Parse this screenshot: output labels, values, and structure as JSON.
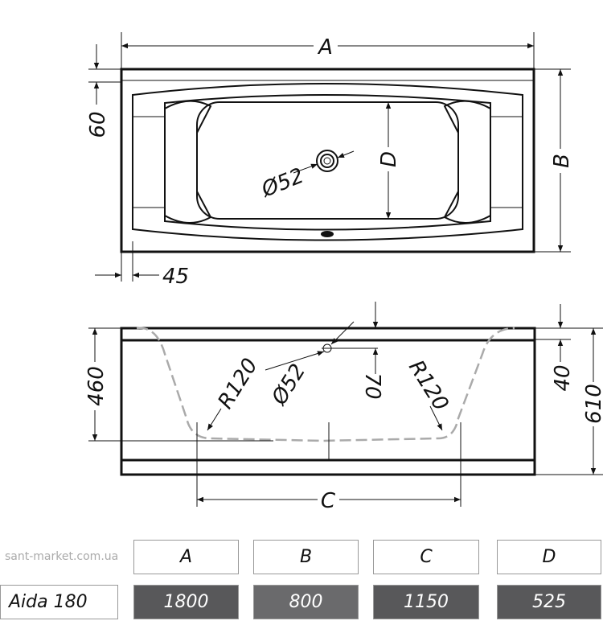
{
  "top_view": {
    "label_a": "A",
    "label_b": "B",
    "label_d": "D",
    "dim_rim": "60",
    "dim_side": "45",
    "drain_diameter": "Ø52"
  },
  "front_view": {
    "dim_depth": "460",
    "radius_left": "R120",
    "drain_diameter": "Ø52",
    "dim_drain_offset": "70",
    "radius_right": "R120",
    "dim_rim": "40",
    "dim_height": "610",
    "label_c": "C"
  },
  "table": {
    "headers": [
      "A",
      "B",
      "C",
      "D"
    ],
    "model": "Aida 180",
    "values": [
      "1800",
      "800",
      "1150",
      "525"
    ]
  },
  "watermark": "sant-market.com.ua"
}
